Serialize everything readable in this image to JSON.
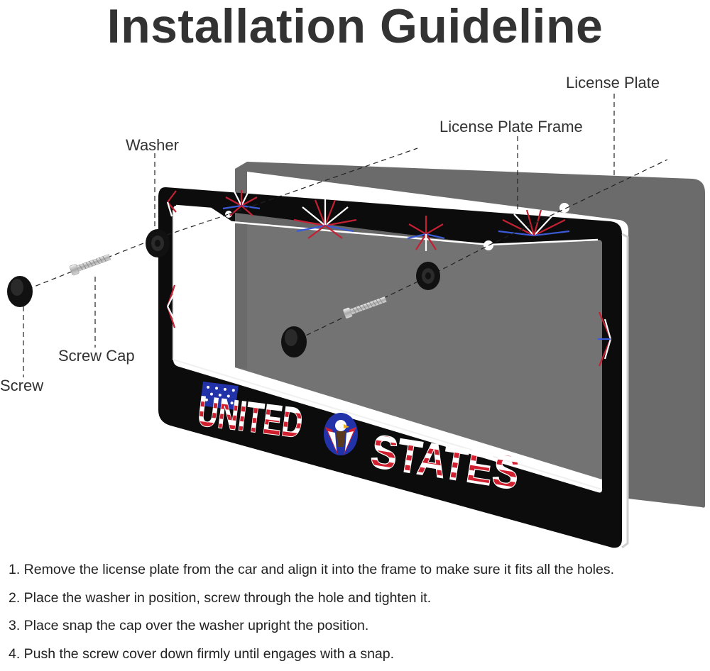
{
  "title": "Installation Guideline",
  "labels": {
    "license_plate": "License Plate",
    "license_plate_frame": "License Plate Frame",
    "washer": "Washer",
    "screw_cap": "Screw Cap",
    "screw": "Screw"
  },
  "frame_text": {
    "united": "UNITED",
    "states": "STATES"
  },
  "steps": [
    "1. Remove the license plate from the car and align it into the frame to make sure it fits all the holes.",
    "2. Place the washer in position, screw through the hole and tighten it.",
    "3. Place snap the cap over the washer upright the position.",
    "4. Push the screw cover down firmly until engages with a snap."
  ],
  "colors": {
    "plate": "#6b6b6b",
    "frame": "#0c0c0c",
    "flag_red": "#d01f2e",
    "flag_blue": "#2233aa",
    "text": "#333333"
  }
}
